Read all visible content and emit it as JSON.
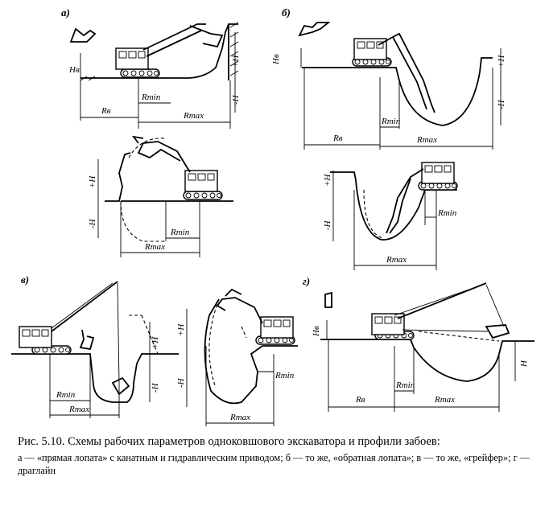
{
  "panels": {
    "a": {
      "letter": "а)",
      "labels": {
        "hv": "Hв",
        "plus_h": "+H",
        "minus_h": "-H",
        "rv": "Rв",
        "rmin": "Rmin",
        "rmax": "Rmax"
      }
    },
    "a2": {
      "labels": {
        "plus_h": "+H",
        "minus_h": "-H",
        "rmin": "Rmin",
        "rmax": "Rmax"
      }
    },
    "b": {
      "letter": "б)",
      "labels": {
        "hv": "Hв",
        "plus_h": "+H",
        "minus_h": "-H",
        "rv": "Rв",
        "rmin": "Rmin",
        "rmax": "Rmax"
      }
    },
    "b2": {
      "labels": {
        "plus_h": "+H",
        "minus_h": "-H",
        "rmin": "Rmin",
        "rmax": "Rmax"
      }
    },
    "v": {
      "letter": "в)",
      "labels": {
        "plus_h": "+H",
        "minus_h": "-H",
        "rmin": "Rmin",
        "rmax": "Rmax"
      }
    },
    "v2": {
      "labels": {
        "plus_h": "+H",
        "minus_h": "-H",
        "rmin": "Rmin",
        "rmax": "Rmax"
      }
    },
    "g": {
      "letter": "г)",
      "labels": {
        "hv": "Hв",
        "h": "H",
        "rv": "Rв",
        "rmin": "Rmin",
        "rmax": "Rmax"
      }
    }
  },
  "caption": {
    "title": "Рис. 5.10. Схемы рабочих параметров одноковшового экскаватора и профили забоев:",
    "legend": "а — «прямая лопата» с канатным и гидравлическим приводом; б — то же, «обратная лопата»; в — то же, «грейфер»; г — драглайн"
  }
}
